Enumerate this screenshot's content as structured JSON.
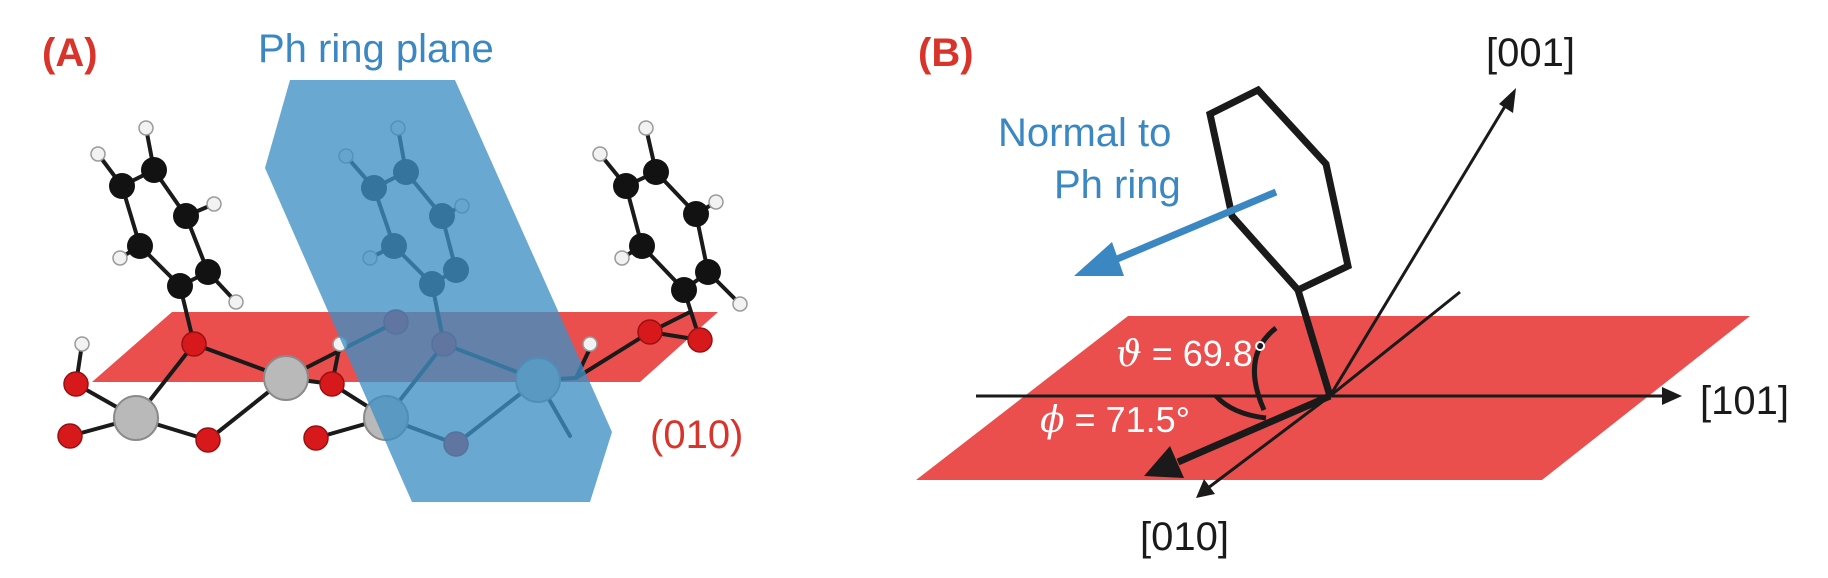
{
  "colors": {
    "red_plane": "#e8423f",
    "blue_plane": "#3d8fc4",
    "label_red": "#d9342b",
    "label_blue": "#3a87c2",
    "bond": "#1a1a1a",
    "carbon": "#121212",
    "hydrogen": "#f2f2f2",
    "oxygen": "#d8191c",
    "metal": "#b9b9b9"
  },
  "panel_a": {
    "label": "(A)",
    "ring_plane_label": "Ph ring plane",
    "plane_label": "(010)"
  },
  "panel_b": {
    "label": "(B)",
    "normal_label_line1": "Normal to",
    "normal_label_line2": "Ph ring",
    "axis_001": "[001]",
    "axis_101": "[101]",
    "axis_010": "[010]",
    "theta_symbol": "ϑ",
    "theta_value": " = 69.8°",
    "phi_symbol": "ϕ",
    "phi_value": " = 71.5°"
  }
}
